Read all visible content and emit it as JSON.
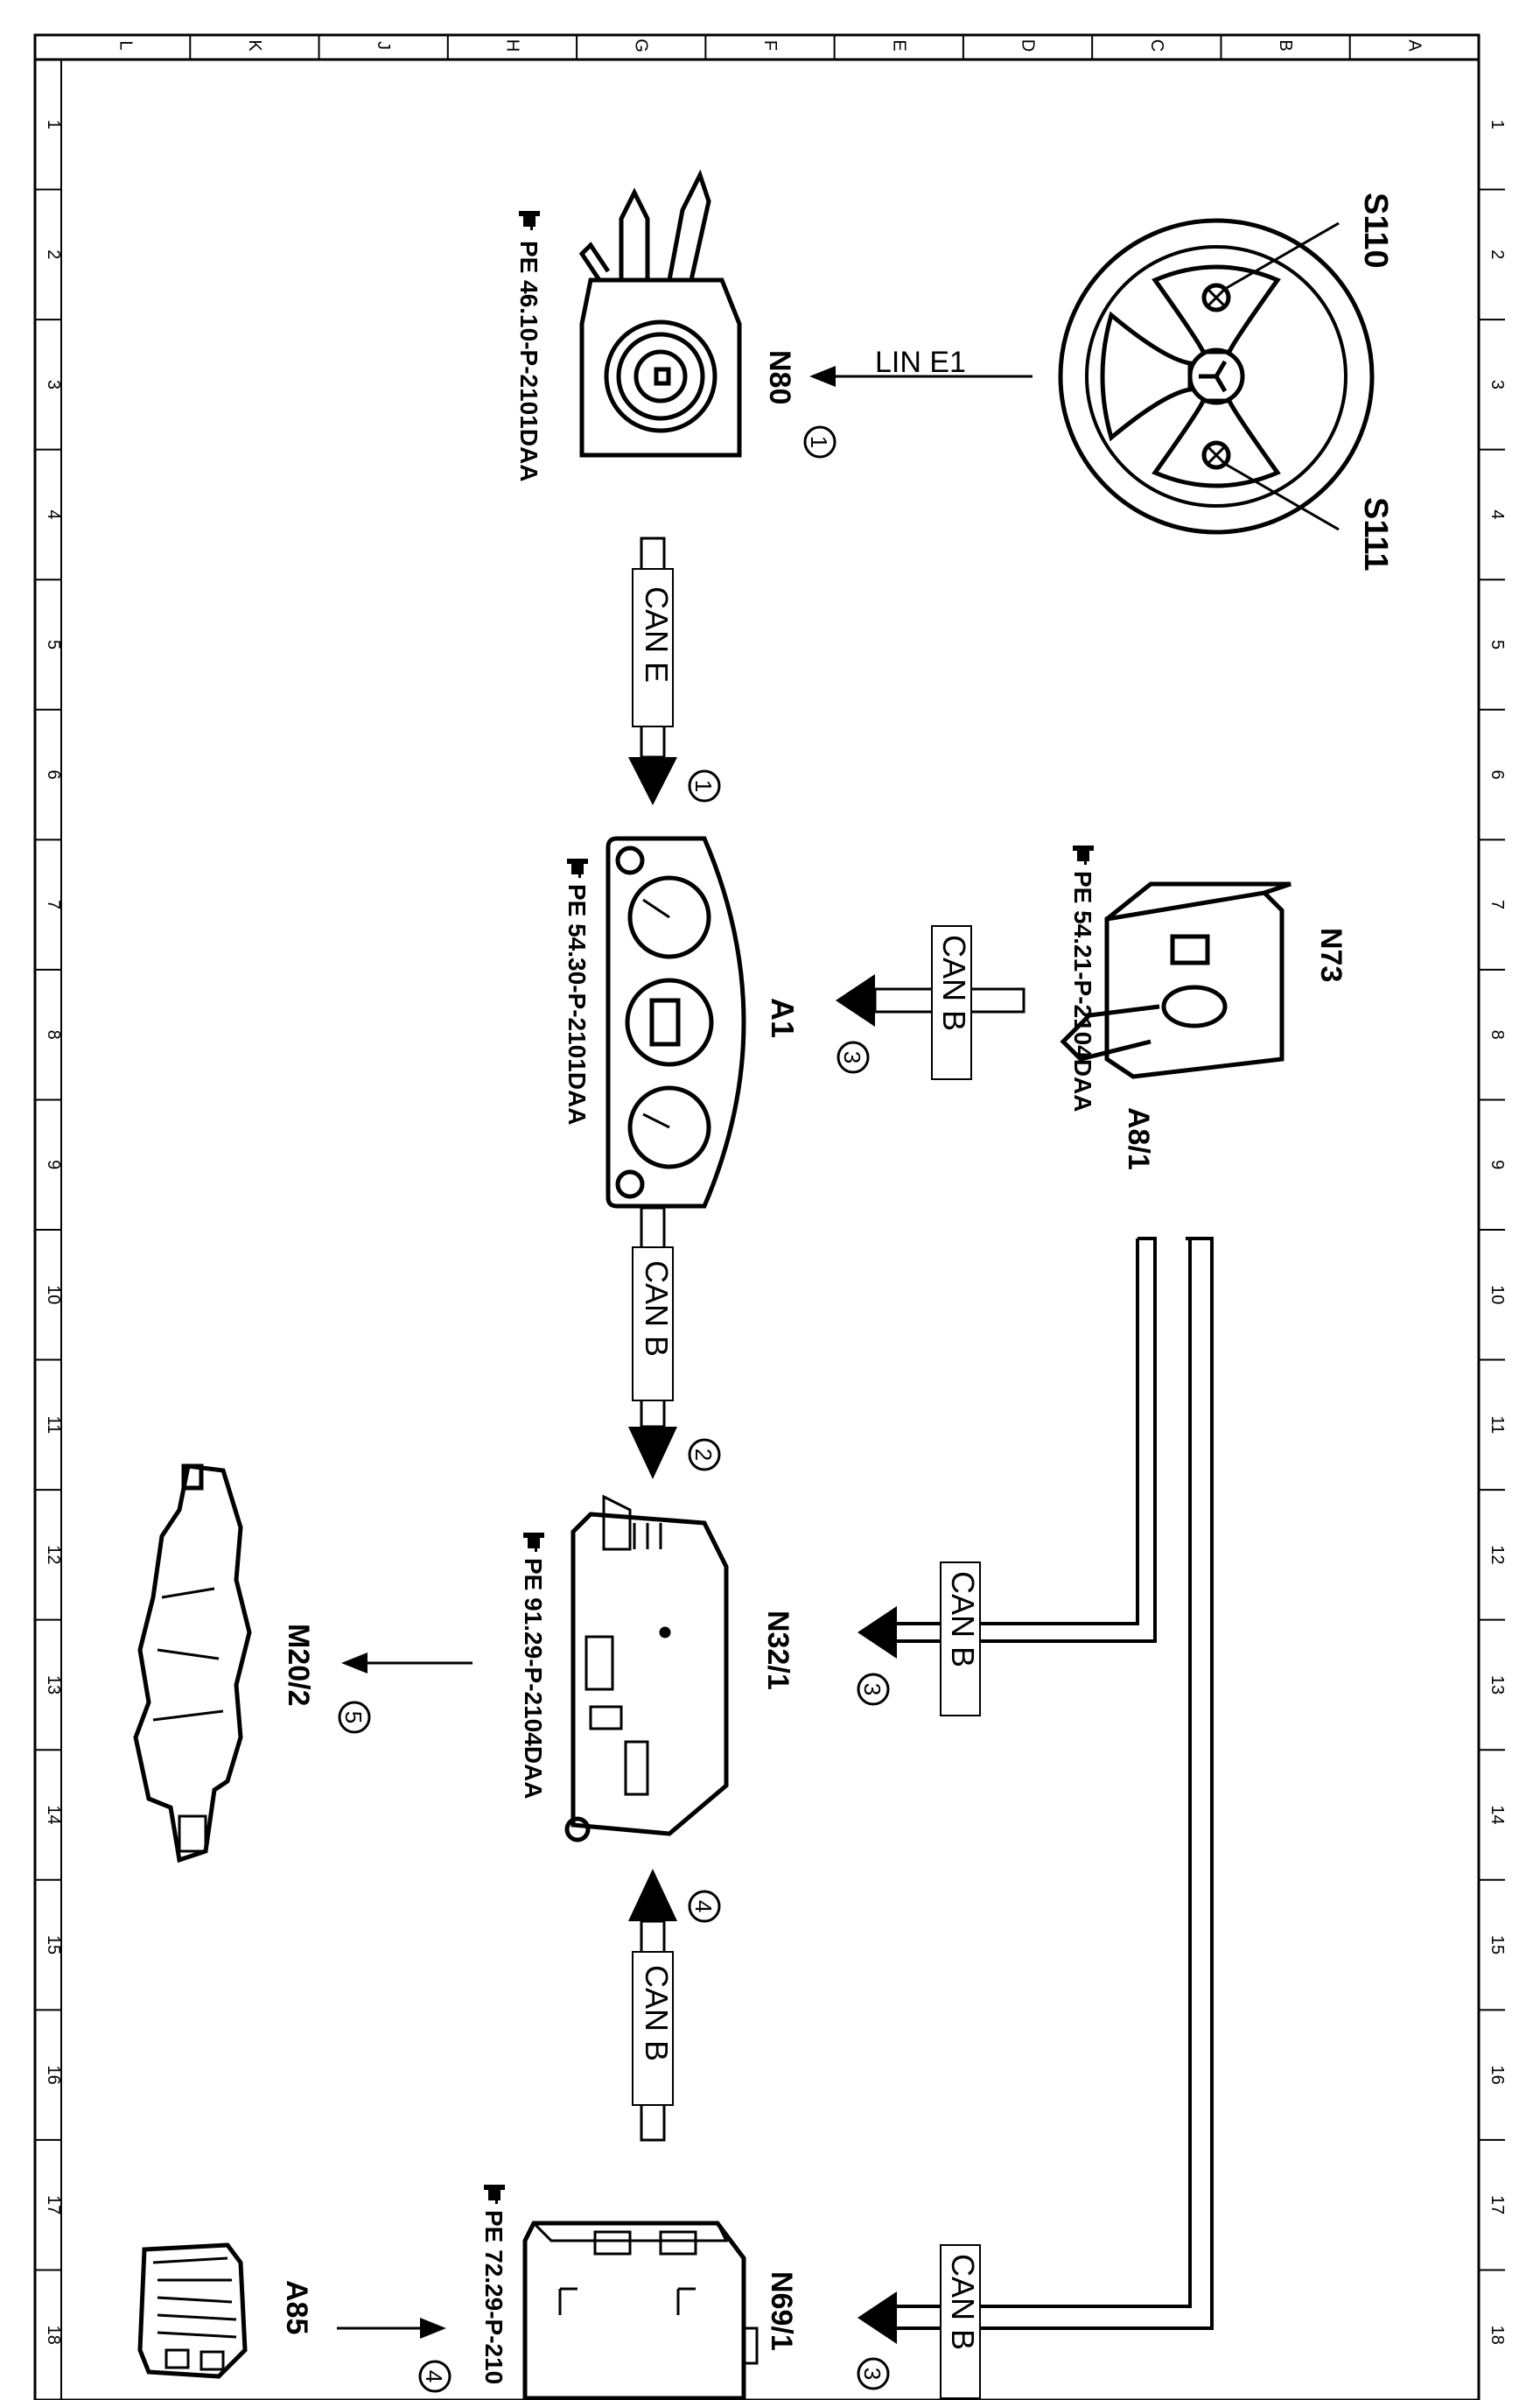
{
  "grid": {
    "column_letters": [
      "L",
      "K",
      "J",
      "H",
      "G",
      "F",
      "E",
      "D",
      "C",
      "B",
      "A"
    ],
    "row_numbers": [
      "1",
      "2",
      "3",
      "4",
      "5",
      "6",
      "7",
      "8",
      "9",
      "10",
      "11",
      "12",
      "13",
      "14",
      "15",
      "16",
      "17",
      "18"
    ]
  },
  "components": {
    "s110": "S110",
    "s111": "S111",
    "n80": "N80",
    "n73": "N73",
    "a8_1": "A8/1",
    "a1": "A1",
    "n32_1": "N32/1",
    "m20_2": "M20/2",
    "n69_1": "N69/1",
    "a85": "A85"
  },
  "references": {
    "n80_ref": "PE 46.10-P-2101DAA",
    "a1_ref": "PE 54.30-P-2101DAA",
    "n73_ref": "PE 54.21-P-2104DAA",
    "n32_ref": "PE 91.29-P-2104DAA",
    "n69_ref": "PE 72.29-P-210"
  },
  "buses": {
    "lin_e1": "LIN E1",
    "can_e": "CAN E",
    "can_b": "CAN B"
  },
  "step_numbers": {
    "one": "1",
    "two": "2",
    "three": "3",
    "four": "4",
    "five": "5"
  },
  "icons": [
    "manual-reference-icon",
    "steering-wheel-icon",
    "combination-switch-icon",
    "ignition-switch-icon",
    "instrument-cluster-icon",
    "control-module-icon",
    "steering-lock-motor-icon",
    "door-control-module-icon",
    "door-lock-icon"
  ]
}
